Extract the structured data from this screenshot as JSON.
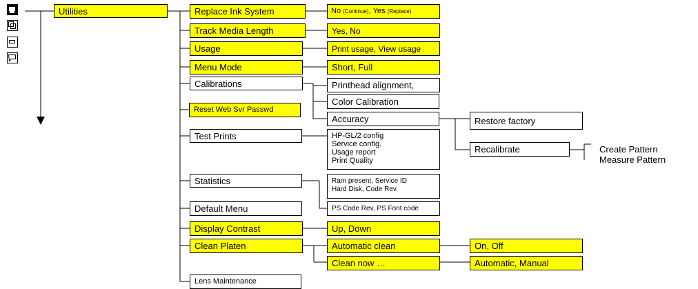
{
  "icons": [
    "printer-icon",
    "copy-icon",
    "screen-icon",
    "media-icon"
  ],
  "root": {
    "label": "Utilities"
  },
  "nodes": {
    "replace_ink": {
      "label": "Replace Ink System",
      "opt_no": "No",
      "opt_no_note": "(Continue)",
      "opt_sep": ", ",
      "opt_yes": "Yes",
      "opt_yes_note": "(Replace)"
    },
    "track_media": {
      "label": "Track Media Length",
      "options": "Yes, No"
    },
    "usage": {
      "label": "Usage",
      "options": "Print usage, View usage"
    },
    "menu_mode": {
      "label": "Menu Mode",
      "options": "Short, Full"
    },
    "calibrations": {
      "label": "Calibrations",
      "printhead": "Printhead alignment,",
      "color": "Color Calibration",
      "accuracy": "Accuracy",
      "restore": "Restore factory",
      "recalibrate": "Recalibrate",
      "create_pattern": "Create Pattern",
      "measure_pattern": "Measure Pattern"
    },
    "reset_web": {
      "label": "Reset Web Svr Passwd"
    },
    "test_prints": {
      "label": "Test Prints",
      "items": [
        "HP-GL/2 config",
        "Service config.",
        "Usage report",
        "Print Quality"
      ]
    },
    "statistics": {
      "label": "Statistics",
      "items": [
        "Ram present, Service ID",
        "Hard Disk, Code Rev."
      ],
      "ps": "PS Code Rev, PS Font code"
    },
    "default_menu": {
      "label": "Default Menu"
    },
    "display_contrast": {
      "label": "Display Contrast",
      "options": "Up, Down"
    },
    "clean_platen": {
      "label": "Clean Platen",
      "auto_clean": "Automatic clean",
      "auto_clean_opts": "On, Off",
      "clean_now": "Clean now …",
      "clean_now_opts": "Automatic, Manual"
    },
    "lens": {
      "label": "Lens Maintenance"
    }
  }
}
